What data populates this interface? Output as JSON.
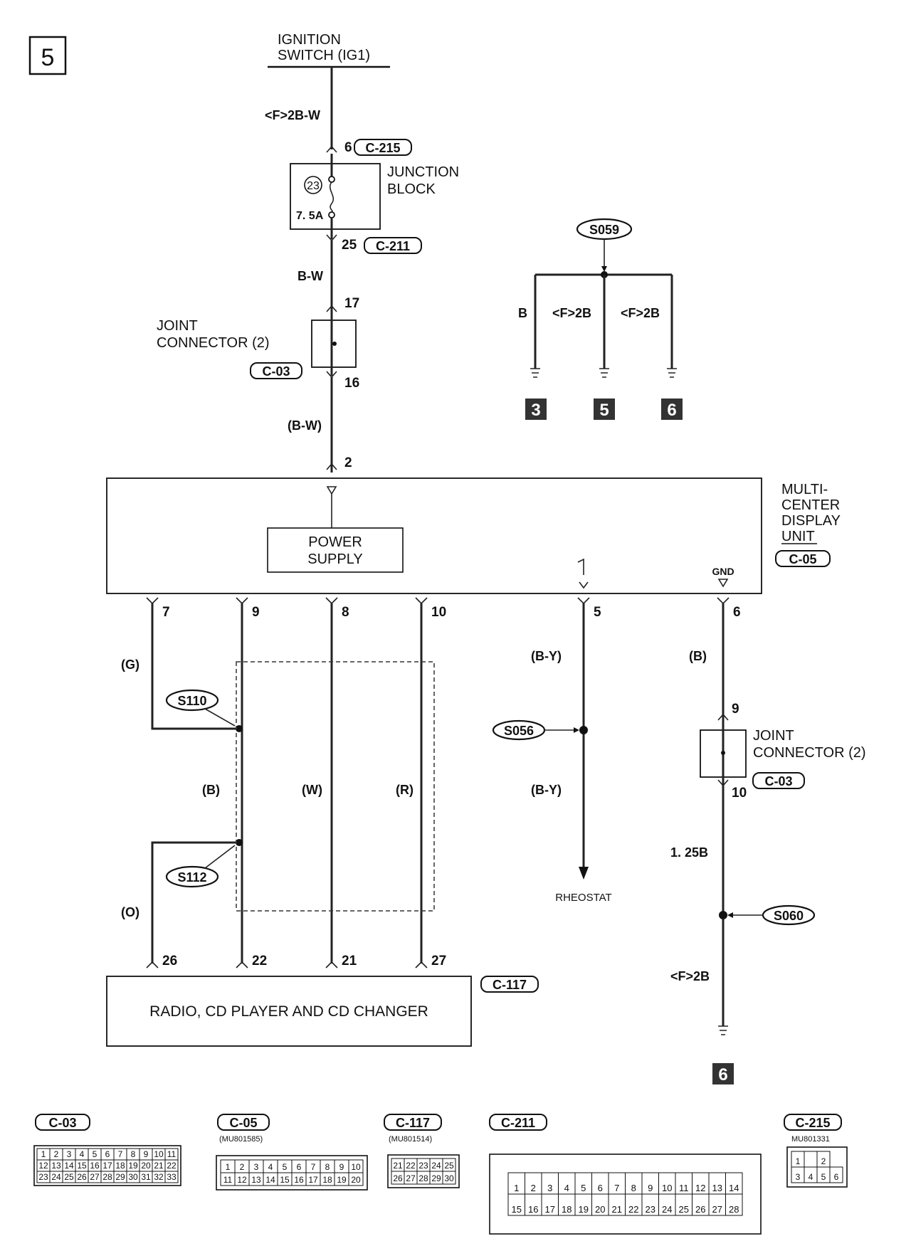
{
  "page_number": "5",
  "ignition": {
    "line1": "IGNITION",
    "line2": "SWITCH (IG1)"
  },
  "wires": {
    "f2bw": "<F>2B-W",
    "bw": "B-W",
    "bw_paren": "(B-W)",
    "g": "(G)",
    "b_paren": "(B)",
    "w_paren": "(W)",
    "r_paren": "(R)",
    "o_paren": "(O)",
    "by_top": "(B-Y)",
    "by_bottom": "(B-Y)",
    "b_right": "(B)",
    "b125": "1. 25B",
    "f2b_bottom": "<F>2B",
    "ground_b": "B",
    "ground_f2b_1": "<F>2B",
    "ground_f2b_2": "<F>2B"
  },
  "junction_block": {
    "line1": "JUNCTION",
    "line2": "BLOCK",
    "fuse_number": "23",
    "fuse_rating": "7. 5A",
    "pin_top": "6",
    "conn_top": "C-215",
    "pin_bottom": "25",
    "conn_bottom": "C-211"
  },
  "joint_connector_top": {
    "line1": "JOINT",
    "line2": "CONNECTOR (2)",
    "conn": "C-03",
    "pin_top": "17",
    "pin_bottom": "16"
  },
  "joint_connector_right": {
    "line1": "JOINT",
    "line2": "CONNECTOR (2)",
    "conn": "C-03",
    "pin_top": "9",
    "pin_bottom": "10"
  },
  "splices": {
    "s059": "S059",
    "s110": "S110",
    "s112": "S112",
    "s056": "S056",
    "s060": "S060"
  },
  "grounds": [
    "3",
    "5",
    "6"
  ],
  "ground_bottom": "6",
  "mcdu": {
    "line1": "MULTI-",
    "line2": "CENTER",
    "line3": "DISPLAY",
    "line4": "UNIT",
    "conn": "C-05",
    "power_line1": "POWER",
    "power_line2": "SUPPLY",
    "gnd": "GND",
    "pin_in": "2",
    "pins_out": [
      "7",
      "9",
      "8",
      "10",
      "5",
      "6"
    ]
  },
  "radio": {
    "label": "RADIO, CD PLAYER AND CD CHANGER",
    "conn": "C-117",
    "pins": [
      "26",
      "22",
      "21",
      "27"
    ]
  },
  "rheostat": "RHEOSTAT",
  "connectors": {
    "c03": {
      "title": "C-03",
      "rows": [
        [
          "1",
          "2",
          "3",
          "4",
          "5",
          "6",
          "7",
          "8",
          "9",
          "10",
          "11"
        ],
        [
          "12",
          "13",
          "14",
          "15",
          "16",
          "17",
          "18",
          "19",
          "20",
          "21",
          "22"
        ],
        [
          "23",
          "24",
          "25",
          "26",
          "27",
          "28",
          "29",
          "30",
          "31",
          "32",
          "33"
        ]
      ]
    },
    "c05": {
      "title": "C-05",
      "part": "(MU801585)",
      "rows": [
        [
          "1",
          "2",
          "3",
          "4",
          "5",
          "6",
          "7",
          "8",
          "9",
          "10"
        ],
        [
          "11",
          "12",
          "13",
          "14",
          "15",
          "16",
          "17",
          "18",
          "19",
          "20"
        ]
      ]
    },
    "c117": {
      "title": "C-117",
      "part": "(MU801514)",
      "rows": [
        [
          "21",
          "22",
          "23",
          "24",
          "25"
        ],
        [
          "26",
          "27",
          "28",
          "29",
          "30"
        ]
      ]
    },
    "c211": {
      "title": "C-211",
      "rows": [
        [
          "1",
          "2",
          "3",
          "4",
          "5",
          "6",
          "7",
          "8",
          "9",
          "10",
          "11",
          "12",
          "13",
          "14"
        ],
        [
          "15",
          "16",
          "17",
          "18",
          "19",
          "20",
          "21",
          "22",
          "23",
          "24",
          "25",
          "26",
          "27",
          "28"
        ]
      ]
    },
    "c215": {
      "title": "C-215",
      "part": "MU801331",
      "rows": [
        [
          "1",
          "",
          "2"
        ],
        [
          "3",
          "4",
          "5",
          "6"
        ]
      ]
    }
  }
}
